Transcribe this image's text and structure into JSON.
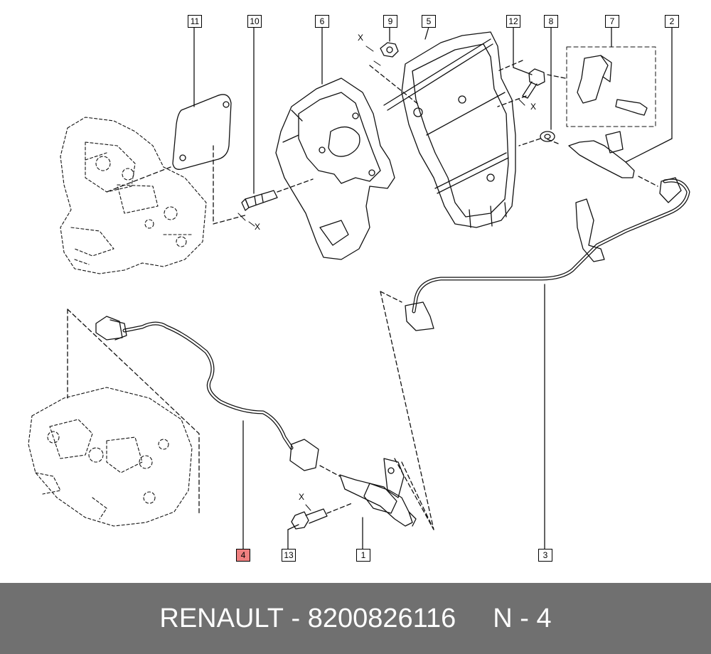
{
  "callouts": [
    "11",
    "10",
    "6",
    "9",
    "5",
    "12",
    "8",
    "7",
    "2",
    "4",
    "13",
    "1",
    "3"
  ],
  "highlighted_callout": "4",
  "x_marks": [
    "X",
    "X",
    "X",
    "X"
  ],
  "footer": {
    "brand": "RENAULT",
    "sep": " - ",
    "part_number": "8200826116",
    "ref": "N - 4"
  },
  "colors": {
    "highlight": "#f08080",
    "footer_bg": "#707070",
    "footer_text": "#ffffff"
  }
}
